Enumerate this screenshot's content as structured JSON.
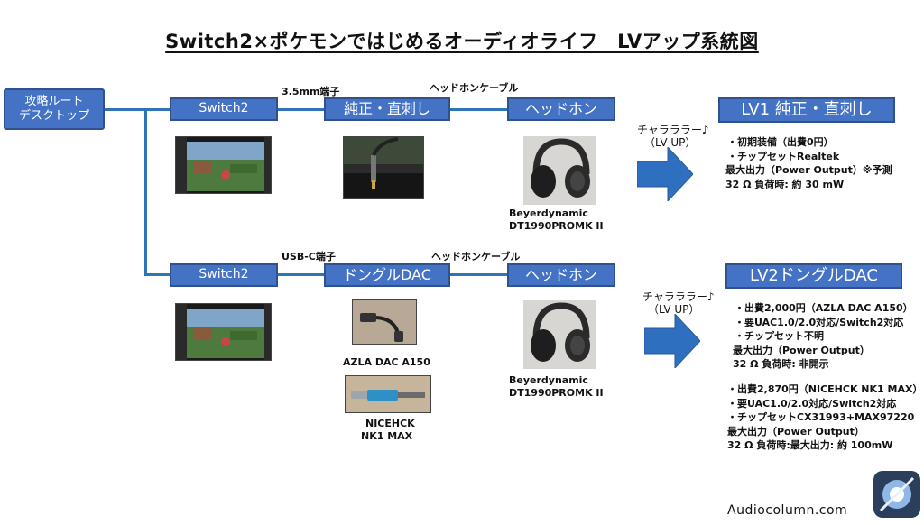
{
  "title": "Switch2×ポケモンではじめるオーディオライフ　LVアップ系統図",
  "root_box": {
    "line1": "攻略ルート",
    "line2": "デスクトップ"
  },
  "row1": {
    "device": "Switch2",
    "connector_label": "3.5mm端子",
    "connection": "純正・直刺し",
    "cable_label": "ヘッドホンケーブル",
    "output": "ヘッドホン",
    "headphone_caption": [
      "Beyerdynamic",
      "DT1990PROMK II"
    ],
    "arrow_text": [
      "チャラララー♪",
      "（LV UP）"
    ],
    "level_box": "LV1 純正・直刺し",
    "info_lines": [
      "・初期装備（出費0円）",
      "・チップセットRealtek",
      "最大出力（Power Output）※予測",
      "32 Ω 負荷時: 約 30 mW"
    ]
  },
  "row2": {
    "device": "Switch2",
    "connector_label": "USB-C端子",
    "connection": "ドングルDAC",
    "cable_label": "ヘッドホンケーブル",
    "output": "ヘッドホン",
    "dac1_caption": "AZLA DAC A150",
    "dac2_caption": [
      "NICEHCK",
      "NK1 MAX"
    ],
    "headphone_caption": [
      "Beyerdynamic",
      "DT1990PROMK II"
    ],
    "arrow_text": [
      "チャラララー♪",
      "（LV UP）"
    ],
    "level_box": "LV2ドングルDAC",
    "info_block1": [
      "・出費2,000円（AZLA DAC A150）",
      "・要UAC1.0/2.0対応/Switch2対応",
      "・チップセット不明",
      "最大出力（Power Output）",
      "32 Ω 負荷時: 非開示"
    ],
    "info_block2": [
      "・出費2,870円（NICEHCK NK1 MAX）",
      "・要UAC1.0/2.0対応/Switch2対応",
      "・チップセットCX31993+MAX97220",
      "最大出力（Power Output）",
      "32 Ω 負荷時:最大出力: 約 100mW"
    ]
  },
  "footer": "Audiocolumn.com",
  "colors": {
    "box_fill": "#4472c4",
    "box_border": "#2f528f",
    "line": "#2e75b6"
  }
}
